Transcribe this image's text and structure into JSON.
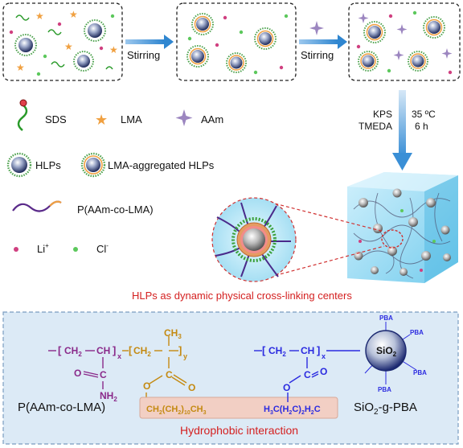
{
  "steps": {
    "stirring_1": "Stirring",
    "stirring_2": "Stirring",
    "condition_left_1": "KPS",
    "condition_left_2": "TMEDA",
    "condition_right_1": "35 ºC",
    "condition_right_2": "6 h"
  },
  "legend": {
    "sds": "SDS",
    "lma": "LMA",
    "aam": "AAm",
    "hlps": "HLPs",
    "lma_hlps": "LMA-aggregated HLPs",
    "polymer": "P(AAm-co-LMA)",
    "li": "Li",
    "li_sup": "+",
    "cl": "Cl",
    "cl_sup": "-"
  },
  "caption": "HLPs as dynamic physical cross-linking centers",
  "structure": {
    "left_name": "P(AAm-co-LMA)",
    "right_name": "SiO",
    "right_name_sub": "2",
    "right_name_suffix": "-g-PBA",
    "ch2": "CH",
    "ch": "CH",
    "sub2": "2",
    "sub_x": "x",
    "sub_y": "y",
    "ch3": "CH",
    "sub3": "3",
    "o": "O",
    "nh2": "NH",
    "c": "C",
    "chain_left": "CH",
    "chain_left_a": "2",
    "chain_left_b": "(CH",
    "chain_left_c": "2",
    "chain_left_d": ")",
    "chain_left_e": "10",
    "chain_left_f": "CH",
    "chain_left_g": "3",
    "chain_right_a": "H",
    "chain_right_b": "3",
    "chain_right_c": "C(H",
    "chain_right_d": "2",
    "chain_right_e": "C)",
    "chain_right_f": "2",
    "chain_right_g": "H",
    "chain_right_h": "2",
    "chain_right_i": "C",
    "sio2": "SiO",
    "sio2_sub": "2",
    "pba": "PBA",
    "interaction": "Hydrophobic interaction"
  },
  "colors": {
    "purple": "#8a2a8a",
    "gold": "#c48a12",
    "blue": "#2b2be0",
    "red": "#d42020",
    "arrow_blue": "#3a8fd6",
    "panel_bg": "#dceaf6",
    "interaction_bg": "#f2cfc4"
  }
}
